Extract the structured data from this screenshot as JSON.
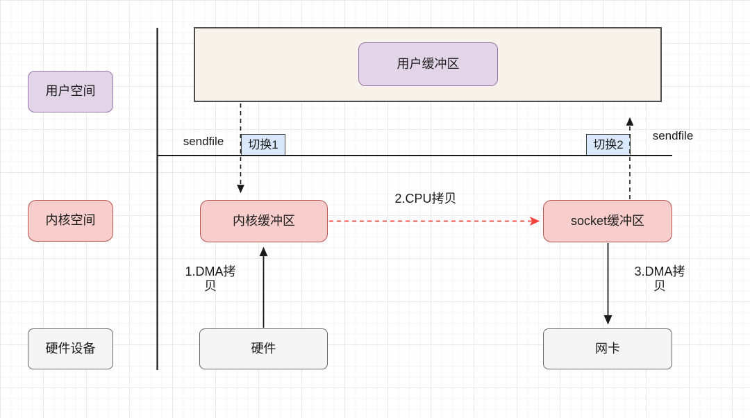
{
  "lanes": {
    "user_space": "用户空间",
    "kernel_space": "内核空间",
    "hardware_device": "硬件设备"
  },
  "nodes": {
    "user_buffer": "用户缓冲区",
    "kernel_buffer": "内核缓冲区",
    "socket_buffer": "socket缓冲区",
    "hardware": "硬件",
    "nic": "网卡",
    "switch_1": "切换1",
    "switch_2": "切换2"
  },
  "labels": {
    "sendfile_left": "sendfile",
    "sendfile_right": "sendfile",
    "dma_copy_1": "1.DMA拷\n贝",
    "cpu_copy": "2.CPU拷贝",
    "dma_copy_3": "3.DMA拷\n贝"
  },
  "colors": {
    "purple_fill": "#E1D5E7",
    "purple_stroke": "#9673A6",
    "pink_fill": "#F8CECC",
    "pink_stroke": "#B85450",
    "gray_fill": "#F5F5F5",
    "gray_stroke": "#666666",
    "blue_fill": "#DAE8FC",
    "blue_stroke": "#404040",
    "beige_fill": "#F7F3EA",
    "beige_stroke": "#4D4D4D",
    "frame_line": "#1A1A1A",
    "black_arrow": "#1A1A1A",
    "cpu_copy_arrow": "#F5423B",
    "text": "#1A1A1A"
  }
}
